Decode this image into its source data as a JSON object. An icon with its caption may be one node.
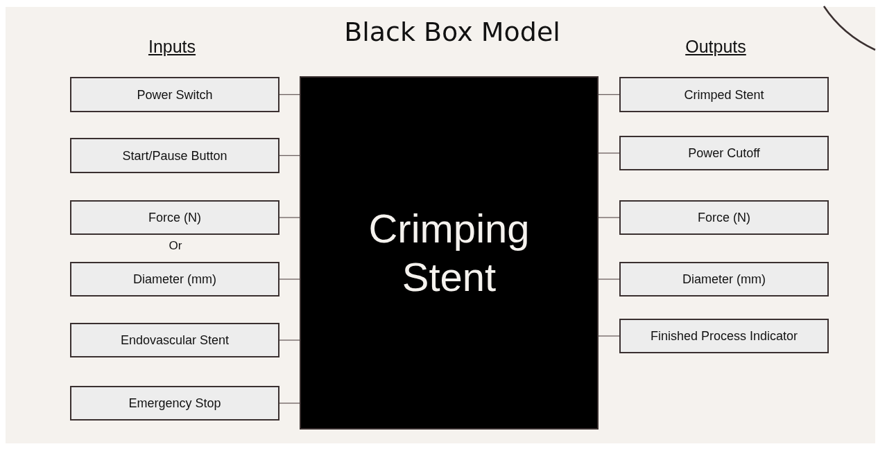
{
  "diagram": {
    "title": "Black Box Model",
    "nodes": [
      {
        "text": [
          "Power Switch"
        ]
      },
      {
        "text": [
          "Start/Pause Button"
        ]
      },
      {
        "text": [
          "Force (N)"
        ]
      },
      {
        "text": [
          "Diameter (mm)"
        ]
      },
      {
        "text": [
          "Endovascular Stent"
        ]
      },
      {
        "text": [
          "Emergency Stop"
        ]
      },
      {
        "text": [
          "Crimping Stent"
        ]
      },
      {
        "text": [
          "Crimped Stent"
        ]
      },
      {
        "text": [
          "Power Cutoff"
        ]
      },
      {
        "text": [
          "Force (N)"
        ]
      },
      {
        "text": [
          "Diameter (mm)"
        ]
      },
      {
        "text": [
          "Finished Process Indicator"
        ]
      }
    ],
    "edges": [
      {
        "from": 0,
        "to": 6,
        "arrow": "none"
      },
      {
        "from": 1,
        "to": 6,
        "arrow": "none"
      },
      {
        "from": 2,
        "to": 6,
        "arrow": "none"
      },
      {
        "from": 3,
        "to": 6,
        "arrow": "none"
      },
      {
        "from": 4,
        "to": 6,
        "arrow": "none"
      },
      {
        "from": 5,
        "to": 6,
        "arrow": "none"
      },
      {
        "from": 6,
        "to": 7,
        "arrow": "none"
      },
      {
        "from": 6,
        "to": 8,
        "arrow": "none"
      },
      {
        "from": 6,
        "to": 9,
        "arrow": "none"
      },
      {
        "from": 6,
        "to": 10,
        "arrow": "none"
      },
      {
        "from": 6,
        "to": 11,
        "arrow": "none"
      }
    ],
    "labels": [
      "Inputs",
      "Outputs",
      "Or"
    ]
  }
}
